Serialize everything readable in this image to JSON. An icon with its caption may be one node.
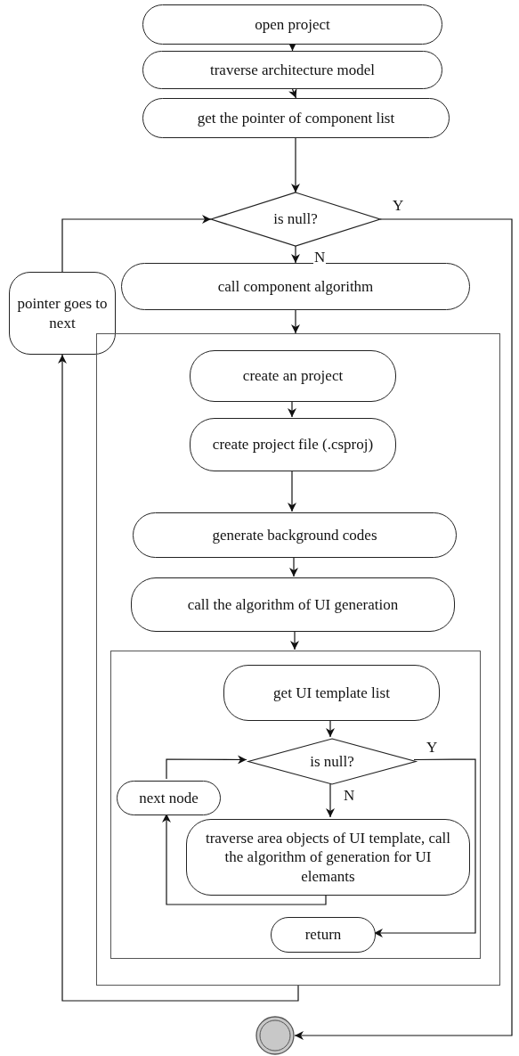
{
  "diagram": {
    "nodes": [
      {
        "text": [
          "open project"
        ]
      },
      {
        "text": [
          "traverse architecture model"
        ]
      },
      {
        "text": [
          "get the pointer of component list"
        ]
      },
      {
        "text": [
          "is null?"
        ]
      },
      {
        "text": [
          "call component algorithm"
        ]
      },
      {
        "text": [
          "pointer goes to next"
        ]
      },
      {
        "text": [],
        "shape": "box"
      },
      {
        "text": [
          "create an project"
        ],
        "in": 6
      },
      {
        "text": [
          "create project file (.csproj)"
        ],
        "in": 6
      },
      {
        "text": [
          "generate background codes"
        ],
        "in": 6
      },
      {
        "text": [
          "call the algorithm of UI generation"
        ],
        "in": 6
      },
      {
        "text": [],
        "shape": "box",
        "in": 6
      },
      {
        "text": [
          "get UI template list"
        ],
        "in": 11
      },
      {
        "text": [
          "is null?"
        ],
        "in": 11
      },
      {
        "text": [
          "next node"
        ],
        "in": 11
      },
      {
        "text": [
          "traverse area objects of UI template, call the algorithm of generation for UI elemants"
        ],
        "in": 11
      },
      {
        "text": [
          "return"
        ],
        "in": 11
      },
      {
        "text": [],
        "shape": "circle"
      }
    ],
    "edges": [
      {
        "from": 0,
        "to": 1,
        "arrow": "to"
      },
      {
        "from": 1,
        "to": 2,
        "arrow": "to"
      },
      {
        "from": 2,
        "to": 3,
        "arrow": "to"
      },
      {
        "from": 3,
        "to": 4,
        "arrow": "to",
        "label": "N"
      },
      {
        "from": 3,
        "to": 17,
        "arrow": "to",
        "label": "Y"
      },
      {
        "from": 5,
        "to": 3,
        "arrow": "to"
      },
      {
        "from": 4,
        "to": 6,
        "arrow": "to"
      },
      {
        "from": 7,
        "to": 8,
        "arrow": "to"
      },
      {
        "from": 8,
        "to": 9,
        "arrow": "to"
      },
      {
        "from": 9,
        "to": 10,
        "arrow": "to"
      },
      {
        "from": 10,
        "to": 11,
        "arrow": "to"
      },
      {
        "from": 12,
        "to": 13,
        "arrow": "to"
      },
      {
        "from": 13,
        "to": 15,
        "arrow": "to",
        "label": "N"
      },
      {
        "from": 13,
        "to": 16,
        "arrow": "to",
        "label": "Y"
      },
      {
        "from": 14,
        "to": 13,
        "arrow": "to"
      },
      {
        "from": 15,
        "to": 14,
        "arrow": "to"
      },
      {
        "from": 6,
        "to": 5,
        "arrow": "to"
      }
    ]
  }
}
